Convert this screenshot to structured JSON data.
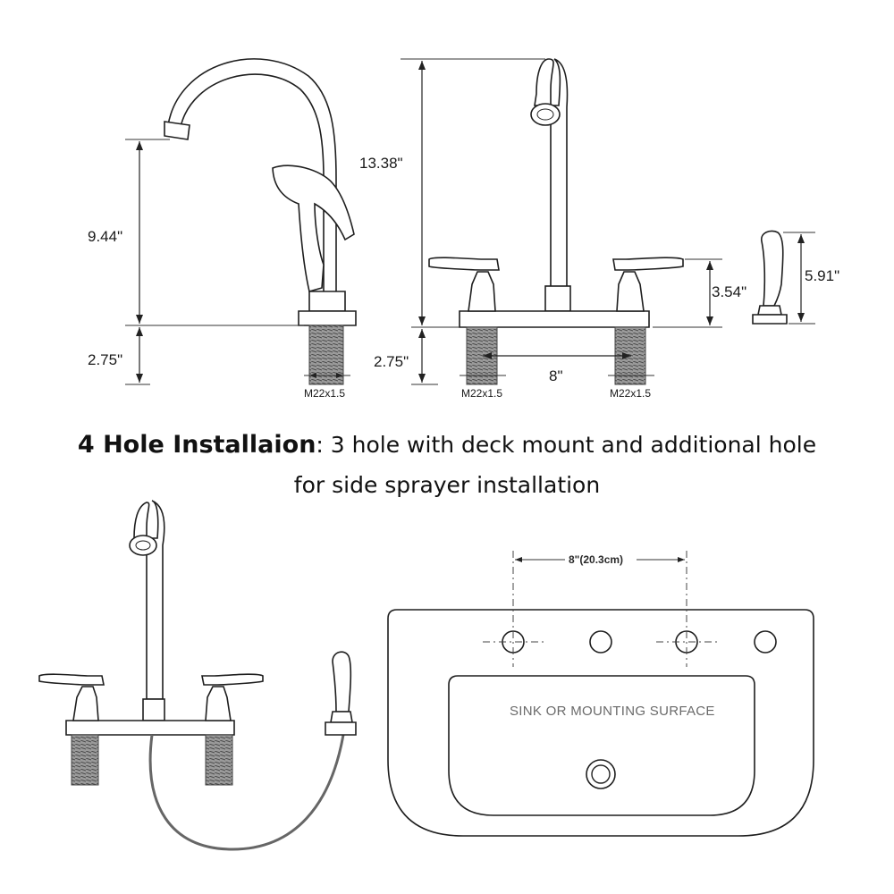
{
  "dimensions": {
    "spout_height": "9.44\"",
    "overall_height": "13.38\"",
    "shank_length_side": "2.75\"",
    "shank_length_front": "2.75\"",
    "handle_spacing": "8\"",
    "handle_height": "3.54\"",
    "sprayer_height": "5.91\""
  },
  "threads": {
    "side_view": "M22x1.5",
    "front_left": "M22x1.5",
    "front_right": "M22x1.5"
  },
  "caption": {
    "bold": "4 Hole Installaion",
    "line1_rest": ": 3 hole with deck mount and additional hole",
    "line2": "for side sprayer installation"
  },
  "sink": {
    "label": "SINK OR MOUNTING SURFACE",
    "hole_spacing": "8\"(20.3cm)"
  }
}
